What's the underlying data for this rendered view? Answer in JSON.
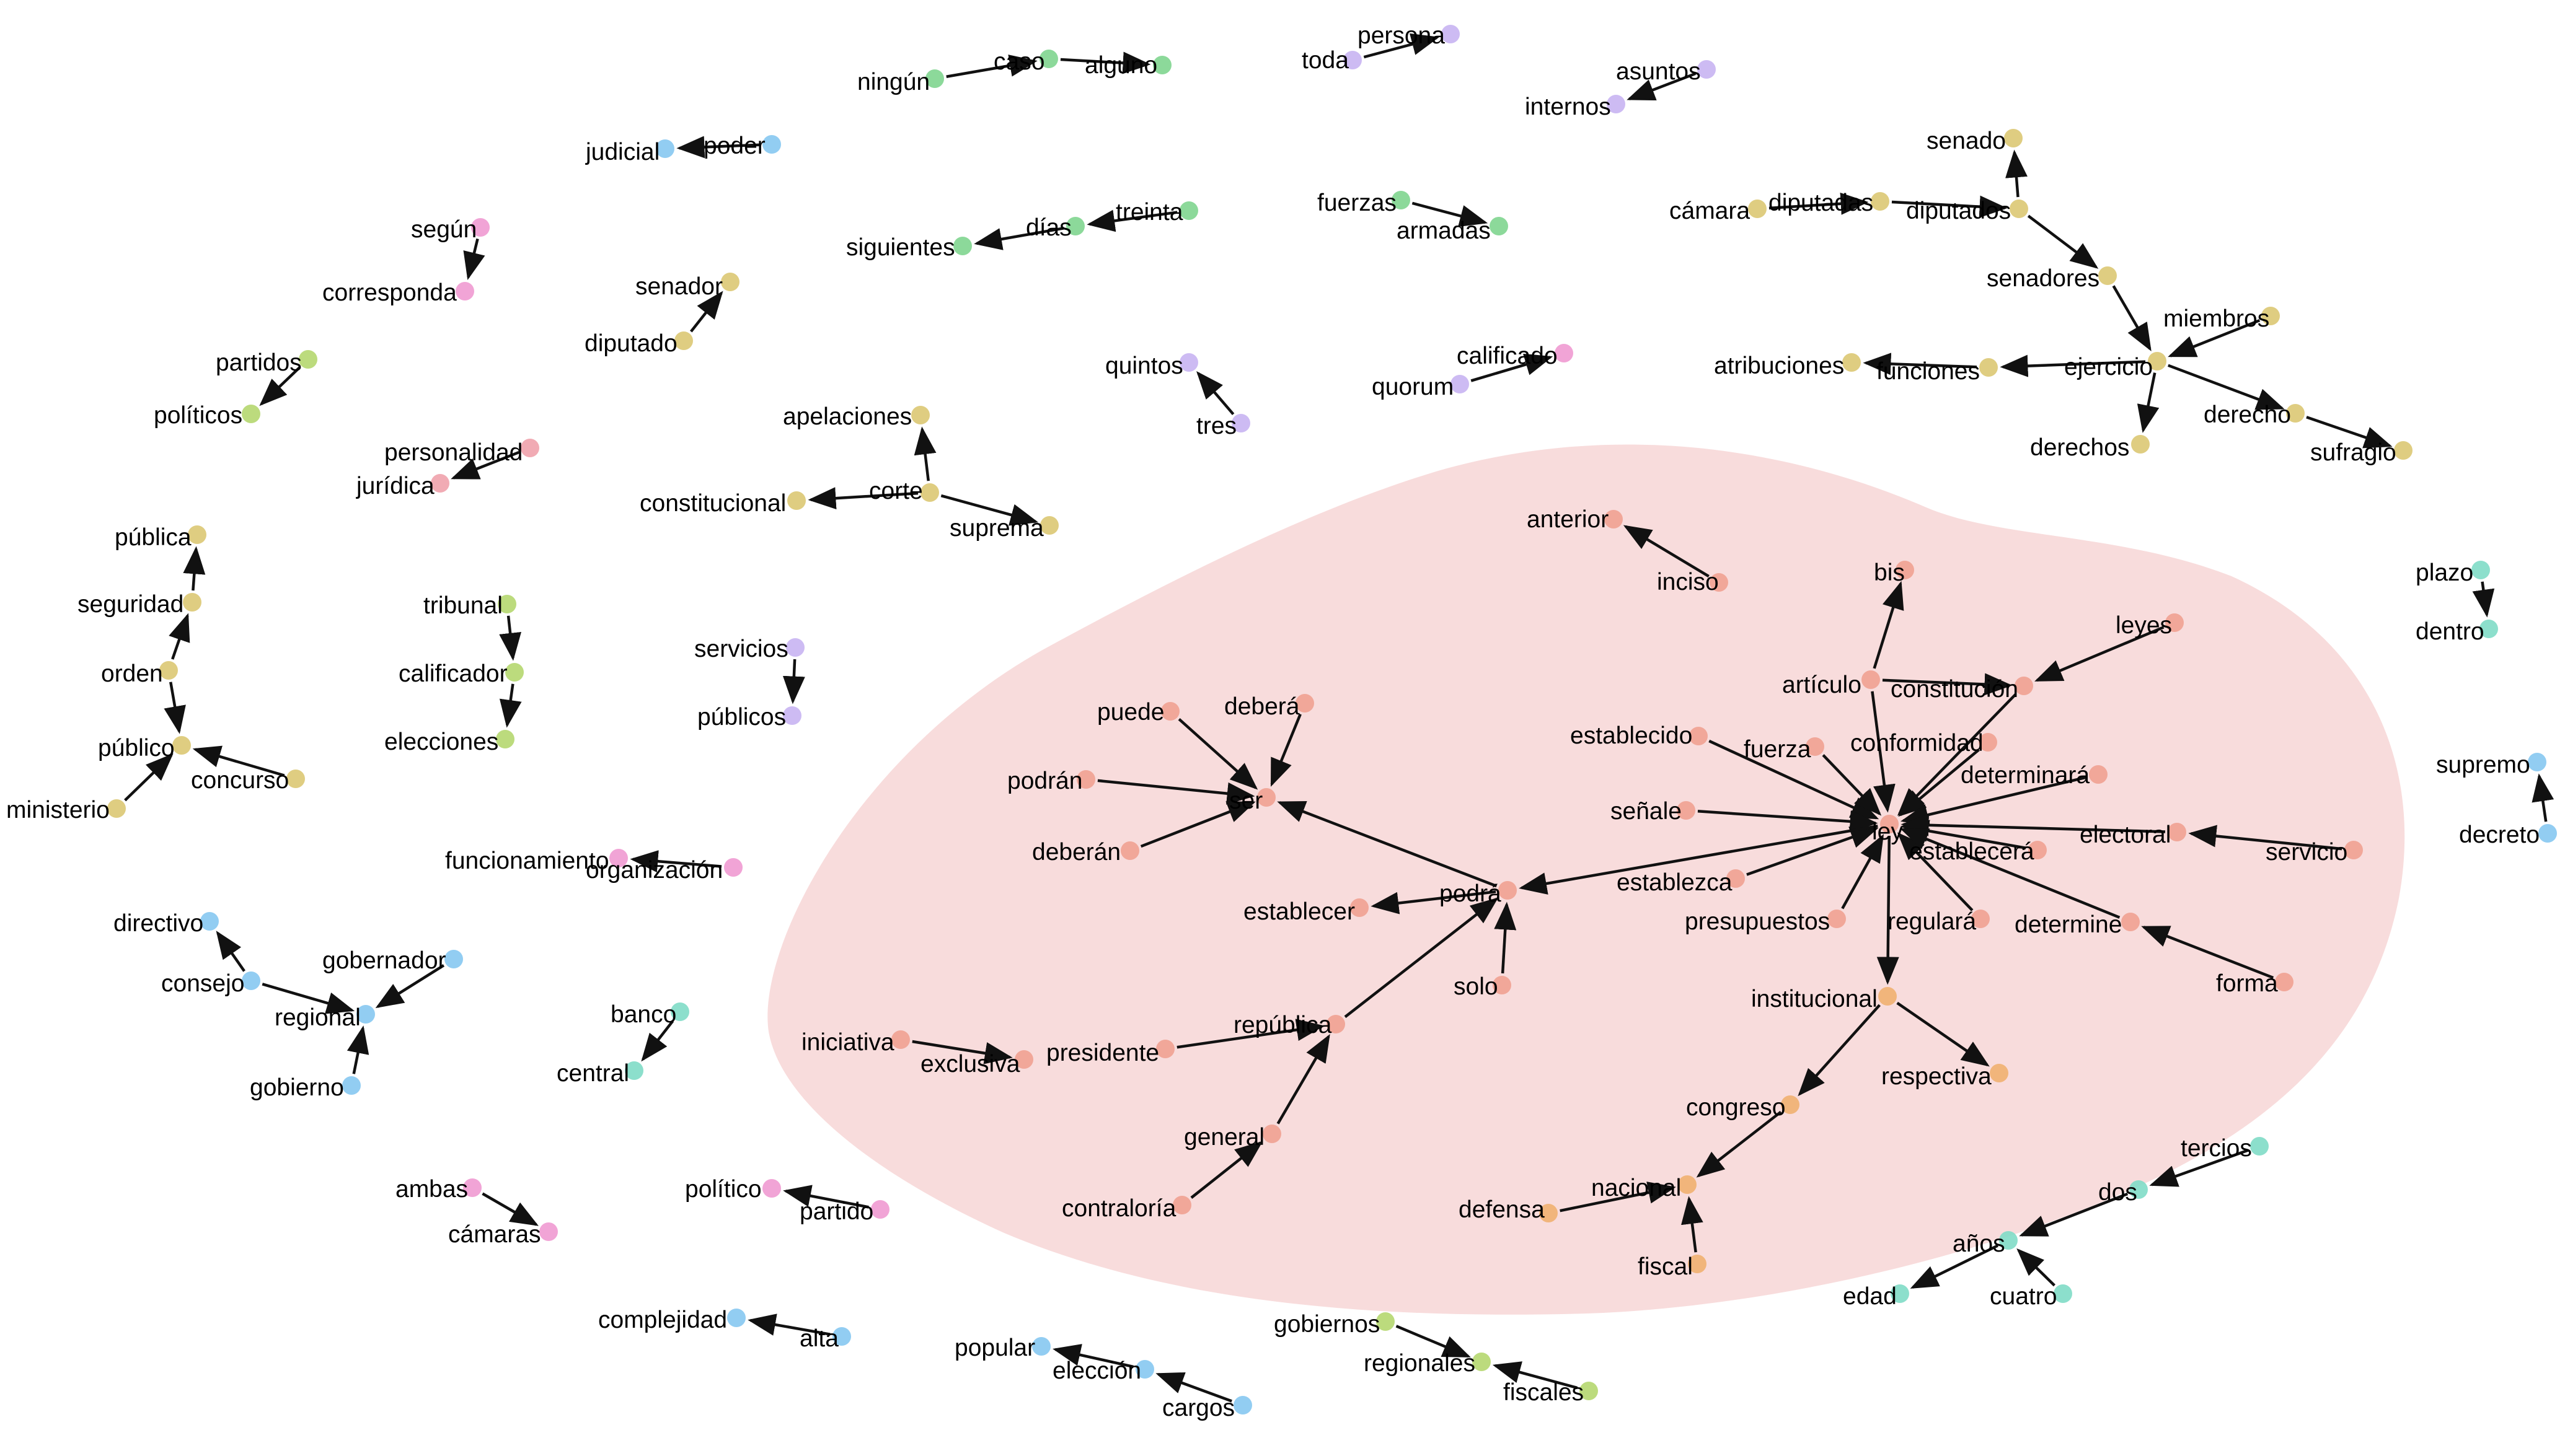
{
  "colors": {
    "orange": "#f0b070",
    "gold": "#dcc873",
    "green": "#7fd58f",
    "teal": "#7fdcc6",
    "blue": "#86c8f1",
    "lavender": "#c8b4f2",
    "pink": "#ef9ad2",
    "lime": "#b5d76f",
    "salmon": "#f0a191",
    "rose": "#f0a2ac",
    "hub": "#f0a191",
    "cluster_fill": "#f8dcdc"
  },
  "nodes": [
    {
      "id": "ley",
      "label": "ley",
      "color": "hub"
    },
    {
      "id": "articulo",
      "label": "artículo",
      "color": "salmon"
    },
    {
      "id": "bis",
      "label": "bis",
      "color": "salmon"
    },
    {
      "id": "inciso",
      "label": "inciso",
      "color": "salmon"
    },
    {
      "id": "anterior",
      "label": "anterior",
      "color": "salmon"
    },
    {
      "id": "constitucion",
      "label": "constitución",
      "color": "salmon"
    },
    {
      "id": "leyes",
      "label": "leyes",
      "color": "salmon"
    },
    {
      "id": "conformidad",
      "label": "conformidad",
      "color": "salmon"
    },
    {
      "id": "determinara",
      "label": "determinará",
      "color": "salmon"
    },
    {
      "id": "establecido",
      "label": "establecido",
      "color": "salmon"
    },
    {
      "id": "fuerza",
      "label": "fuerza",
      "color": "salmon"
    },
    {
      "id": "senale",
      "label": "señale",
      "color": "salmon"
    },
    {
      "id": "establecera",
      "label": "establecerá",
      "color": "salmon"
    },
    {
      "id": "electoral",
      "label": "electoral",
      "color": "salmon"
    },
    {
      "id": "servicio",
      "label": "servicio",
      "color": "salmon"
    },
    {
      "id": "establezca",
      "label": "establezca",
      "color": "salmon"
    },
    {
      "id": "presupuestos",
      "label": "presupuestos",
      "color": "salmon"
    },
    {
      "id": "regulara",
      "label": "regulará",
      "color": "salmon"
    },
    {
      "id": "determine",
      "label": "determine",
      "color": "salmon"
    },
    {
      "id": "forma",
      "label": "forma",
      "color": "salmon"
    },
    {
      "id": "podra",
      "label": "podrá",
      "color": "salmon"
    },
    {
      "id": "establecer",
      "label": "establecer",
      "color": "salmon"
    },
    {
      "id": "solo",
      "label": "solo",
      "color": "salmon"
    },
    {
      "id": "ser",
      "label": "ser",
      "color": "salmon"
    },
    {
      "id": "puede",
      "label": "puede",
      "color": "salmon"
    },
    {
      "id": "debera",
      "label": "deberá",
      "color": "salmon"
    },
    {
      "id": "podran",
      "label": "podrán",
      "color": "salmon"
    },
    {
      "id": "deberan",
      "label": "deberán",
      "color": "salmon"
    },
    {
      "id": "republica",
      "label": "república",
      "color": "salmon"
    },
    {
      "id": "presidente",
      "label": "presidente",
      "color": "salmon"
    },
    {
      "id": "exclusiva",
      "label": "exclusiva",
      "color": "salmon"
    },
    {
      "id": "iniciativa",
      "label": "iniciativa",
      "color": "salmon"
    },
    {
      "id": "general",
      "label": "general",
      "color": "salmon"
    },
    {
      "id": "contraloria",
      "label": "contraloría",
      "color": "salmon"
    },
    {
      "id": "institucional",
      "label": "institucional",
      "color": "orange"
    },
    {
      "id": "respectiva",
      "label": "respectiva",
      "color": "orange"
    },
    {
      "id": "congreso",
      "label": "congreso",
      "color": "orange"
    },
    {
      "id": "nacional",
      "label": "nacional",
      "color": "orange"
    },
    {
      "id": "defensa",
      "label": "defensa",
      "color": "orange"
    },
    {
      "id": "fiscal",
      "label": "fiscal",
      "color": "orange"
    },
    {
      "id": "ningun",
      "label": "ningún",
      "color": "green"
    },
    {
      "id": "caso",
      "label": "caso",
      "color": "green"
    },
    {
      "id": "alguno",
      "label": "alguno",
      "color": "green"
    },
    {
      "id": "toda",
      "label": "toda",
      "color": "lavender"
    },
    {
      "id": "persona",
      "label": "persona",
      "color": "lavender"
    },
    {
      "id": "asuntos",
      "label": "asuntos",
      "color": "lavender"
    },
    {
      "id": "internos",
      "label": "internos",
      "color": "lavender"
    },
    {
      "id": "poder",
      "label": "poder",
      "color": "blue"
    },
    {
      "id": "judicial",
      "label": "judicial",
      "color": "blue"
    },
    {
      "id": "treinta",
      "label": "treinta",
      "color": "green"
    },
    {
      "id": "dias",
      "label": "días",
      "color": "green"
    },
    {
      "id": "siguientes",
      "label": "siguientes",
      "color": "green"
    },
    {
      "id": "fuerzas",
      "label": "fuerzas",
      "color": "green"
    },
    {
      "id": "armadas",
      "label": "armadas",
      "color": "green"
    },
    {
      "id": "camara",
      "label": "cámara",
      "color": "gold"
    },
    {
      "id": "diputadas",
      "label": "diputadas",
      "color": "gold"
    },
    {
      "id": "diputados",
      "label": "diputados",
      "color": "gold"
    },
    {
      "id": "senado",
      "label": "senado",
      "color": "gold"
    },
    {
      "id": "senadores",
      "label": "senadores",
      "color": "gold"
    },
    {
      "id": "ejercicio",
      "label": "ejercicio",
      "color": "gold"
    },
    {
      "id": "miembros",
      "label": "miembros",
      "color": "gold"
    },
    {
      "id": "funciones",
      "label": "funciones",
      "color": "gold"
    },
    {
      "id": "atribuciones",
      "label": "atribuciones",
      "color": "gold"
    },
    {
      "id": "derechos",
      "label": "derechos",
      "color": "gold"
    },
    {
      "id": "derecho",
      "label": "derecho",
      "color": "gold"
    },
    {
      "id": "sufragio",
      "label": "sufragio",
      "color": "gold"
    },
    {
      "id": "segun",
      "label": "según",
      "color": "pink"
    },
    {
      "id": "corresponda",
      "label": "corresponda",
      "color": "pink"
    },
    {
      "id": "senador",
      "label": "senador",
      "color": "gold"
    },
    {
      "id": "diputado",
      "label": "diputado",
      "color": "gold"
    },
    {
      "id": "partidos",
      "label": "partidos",
      "color": "lime"
    },
    {
      "id": "politicos",
      "label": "políticos",
      "color": "lime"
    },
    {
      "id": "quintos",
      "label": "quintos",
      "color": "lavender"
    },
    {
      "id": "tres",
      "label": "tres",
      "color": "lavender"
    },
    {
      "id": "calificado",
      "label": "calificado",
      "color": "pink"
    },
    {
      "id": "quorum",
      "label": "quorum",
      "color": "lavender"
    },
    {
      "id": "apelaciones",
      "label": "apelaciones",
      "color": "gold"
    },
    {
      "id": "corte",
      "label": "corte",
      "color": "gold"
    },
    {
      "id": "constitucional",
      "label": "constitucional",
      "color": "gold"
    },
    {
      "id": "suprema",
      "label": "suprema",
      "color": "gold"
    },
    {
      "id": "personalidad",
      "label": "personalidad",
      "color": "rose"
    },
    {
      "id": "juridica",
      "label": "jurídica",
      "color": "rose"
    },
    {
      "id": "publica",
      "label": "pública",
      "color": "gold"
    },
    {
      "id": "seguridad",
      "label": "seguridad",
      "color": "gold"
    },
    {
      "id": "orden",
      "label": "orden",
      "color": "gold"
    },
    {
      "id": "publico",
      "label": "público",
      "color": "gold"
    },
    {
      "id": "ministerio",
      "label": "ministerio",
      "color": "gold"
    },
    {
      "id": "concurso",
      "label": "concurso",
      "color": "gold"
    },
    {
      "id": "tribunal",
      "label": "tribunal",
      "color": "lime"
    },
    {
      "id": "calificador",
      "label": "calificador",
      "color": "lime"
    },
    {
      "id": "elecciones",
      "label": "elecciones",
      "color": "lime"
    },
    {
      "id": "servicios",
      "label": "servicios",
      "color": "lavender"
    },
    {
      "id": "publicos",
      "label": "públicos",
      "color": "lavender"
    },
    {
      "id": "funcionamiento",
      "label": "funcionamiento",
      "color": "pink"
    },
    {
      "id": "organizacion",
      "label": "organización",
      "color": "pink"
    },
    {
      "id": "directivo",
      "label": "directivo",
      "color": "blue"
    },
    {
      "id": "consejo",
      "label": "consejo",
      "color": "blue"
    },
    {
      "id": "gobernador",
      "label": "gobernador",
      "color": "blue"
    },
    {
      "id": "regional",
      "label": "regional",
      "color": "blue"
    },
    {
      "id": "gobierno",
      "label": "gobierno",
      "color": "blue"
    },
    {
      "id": "banco",
      "label": "banco",
      "color": "teal"
    },
    {
      "id": "central",
      "label": "central",
      "color": "teal"
    },
    {
      "id": "ambas",
      "label": "ambas",
      "color": "pink"
    },
    {
      "id": "camaras",
      "label": "cámaras",
      "color": "pink"
    },
    {
      "id": "politico",
      "label": "político",
      "color": "pink"
    },
    {
      "id": "partido",
      "label": "partido",
      "color": "pink"
    },
    {
      "id": "complejidad",
      "label": "complejidad",
      "color": "blue"
    },
    {
      "id": "alta",
      "label": "alta",
      "color": "blue"
    },
    {
      "id": "popular",
      "label": "popular",
      "color": "blue"
    },
    {
      "id": "eleccion",
      "label": "elección",
      "color": "blue"
    },
    {
      "id": "cargos",
      "label": "cargos",
      "color": "blue"
    },
    {
      "id": "gobiernos",
      "label": "gobiernos",
      "color": "lime"
    },
    {
      "id": "regionales",
      "label": "regionales",
      "color": "lime"
    },
    {
      "id": "fiscales",
      "label": "fiscales",
      "color": "lime"
    },
    {
      "id": "tercios",
      "label": "tercios",
      "color": "teal"
    },
    {
      "id": "dos",
      "label": "dos",
      "color": "teal"
    },
    {
      "id": "anos",
      "label": "años",
      "color": "teal"
    },
    {
      "id": "edad",
      "label": "edad",
      "color": "teal"
    },
    {
      "id": "cuatro",
      "label": "cuatro",
      "color": "teal"
    },
    {
      "id": "plazo",
      "label": "plazo",
      "color": "teal"
    },
    {
      "id": "dentro",
      "label": "dentro",
      "color": "teal"
    },
    {
      "id": "supremo",
      "label": "supremo",
      "color": "blue"
    },
    {
      "id": "decreto",
      "label": "decreto",
      "color": "blue"
    }
  ],
  "edges": [
    [
      "articulo",
      "ley"
    ],
    [
      "articulo",
      "bis"
    ],
    [
      "inciso",
      "anterior"
    ],
    [
      "articulo",
      "constitucion"
    ],
    [
      "constitucion",
      "ley"
    ],
    [
      "leyes",
      "constitucion"
    ],
    [
      "conformidad",
      "ley"
    ],
    [
      "determinara",
      "ley"
    ],
    [
      "establecido",
      "ley"
    ],
    [
      "fuerza",
      "ley"
    ],
    [
      "senale",
      "ley"
    ],
    [
      "establecera",
      "ley"
    ],
    [
      "servicio",
      "electoral"
    ],
    [
      "electoral",
      "ley"
    ],
    [
      "establezca",
      "ley"
    ],
    [
      "presupuestos",
      "ley"
    ],
    [
      "regulara",
      "ley"
    ],
    [
      "determine",
      "ley"
    ],
    [
      "forma",
      "determine"
    ],
    [
      "ley",
      "podra"
    ],
    [
      "ley",
      "institucional"
    ],
    [
      "institucional",
      "respectiva"
    ],
    [
      "institucional",
      "congreso"
    ],
    [
      "congreso",
      "nacional"
    ],
    [
      "defensa",
      "nacional"
    ],
    [
      "fiscal",
      "nacional"
    ],
    [
      "podra",
      "establecer"
    ],
    [
      "podra",
      "ser"
    ],
    [
      "solo",
      "podra"
    ],
    [
      "puede",
      "ser"
    ],
    [
      "debera",
      "ser"
    ],
    [
      "podran",
      "ser"
    ],
    [
      "deberan",
      "ser"
    ],
    [
      "republica",
      "podra"
    ],
    [
      "presidente",
      "republica"
    ],
    [
      "iniciativa",
      "exclusiva"
    ],
    [
      "general",
      "republica"
    ],
    [
      "contraloria",
      "general"
    ],
    [
      "ningun",
      "caso"
    ],
    [
      "caso",
      "alguno"
    ],
    [
      "toda",
      "persona"
    ],
    [
      "asuntos",
      "internos"
    ],
    [
      "poder",
      "judicial"
    ],
    [
      "treinta",
      "dias"
    ],
    [
      "dias",
      "siguientes"
    ],
    [
      "fuerzas",
      "armadas"
    ],
    [
      "camara",
      "diputadas"
    ],
    [
      "diputadas",
      "diputados"
    ],
    [
      "diputados",
      "senado"
    ],
    [
      "diputados",
      "senadores"
    ],
    [
      "senadores",
      "ejercicio"
    ],
    [
      "miembros",
      "ejercicio"
    ],
    [
      "ejercicio",
      "funciones"
    ],
    [
      "funciones",
      "atribuciones"
    ],
    [
      "ejercicio",
      "derechos"
    ],
    [
      "ejercicio",
      "derecho"
    ],
    [
      "derecho",
      "sufragio"
    ],
    [
      "segun",
      "corresponda"
    ],
    [
      "diputado",
      "senador"
    ],
    [
      "partidos",
      "politicos"
    ],
    [
      "tres",
      "quintos"
    ],
    [
      "quorum",
      "calificado"
    ],
    [
      "corte",
      "apelaciones"
    ],
    [
      "corte",
      "constitucional"
    ],
    [
      "corte",
      "suprema"
    ],
    [
      "personalidad",
      "juridica"
    ],
    [
      "seguridad",
      "publica"
    ],
    [
      "orden",
      "seguridad"
    ],
    [
      "orden",
      "publico"
    ],
    [
      "ministerio",
      "publico"
    ],
    [
      "concurso",
      "publico"
    ],
    [
      "tribunal",
      "calificador"
    ],
    [
      "calificador",
      "elecciones"
    ],
    [
      "servicios",
      "publicos"
    ],
    [
      "organizacion",
      "funcionamiento"
    ],
    [
      "consejo",
      "directivo"
    ],
    [
      "consejo",
      "regional"
    ],
    [
      "gobernador",
      "regional"
    ],
    [
      "gobierno",
      "regional"
    ],
    [
      "banco",
      "central"
    ],
    [
      "ambas",
      "camaras"
    ],
    [
      "partido",
      "politico"
    ],
    [
      "alta",
      "complejidad"
    ],
    [
      "eleccion",
      "popular"
    ],
    [
      "cargos",
      "eleccion"
    ],
    [
      "gobiernos",
      "regionales"
    ],
    [
      "fiscales",
      "regionales"
    ],
    [
      "tercios",
      "dos"
    ],
    [
      "dos",
      "anos"
    ],
    [
      "anos",
      "edad"
    ],
    [
      "cuatro",
      "anos"
    ],
    [
      "plazo",
      "dentro"
    ],
    [
      "decreto",
      "supremo"
    ]
  ]
}
